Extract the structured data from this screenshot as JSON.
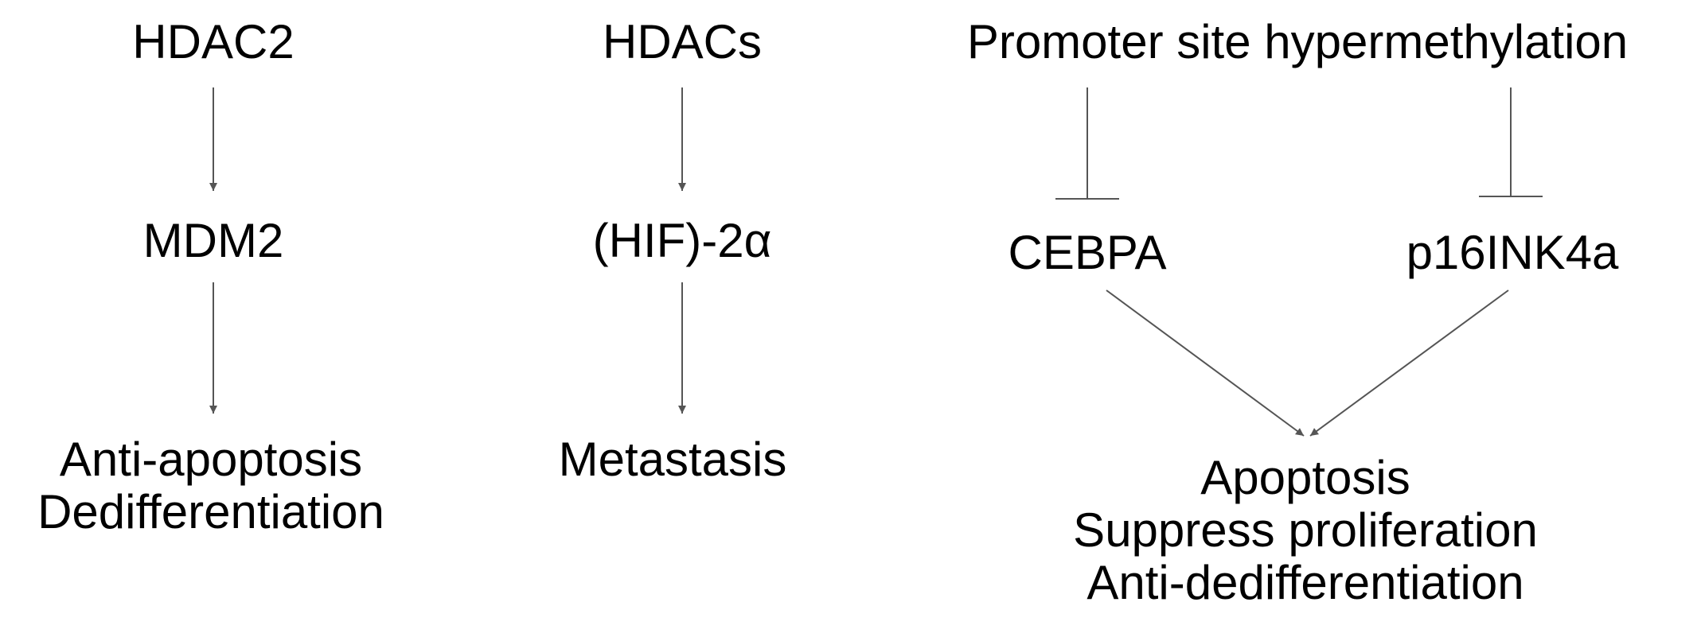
{
  "diagram": {
    "column1": {
      "top": "HDAC2",
      "middle": "MDM2",
      "bottom": [
        "Anti-apoptosis",
        "Dedifferentiation"
      ]
    },
    "column2": {
      "top": "HDACs",
      "middle": "(HIF)-2α",
      "bottom": "Metastasis"
    },
    "column3": {
      "top": "Promoter site hypermethylation",
      "left": "CEBPA",
      "right": "p16INK4a",
      "bottom": [
        "Apoptosis",
        "Suppress proliferation",
        "Anti-dedifferentiation"
      ]
    }
  },
  "edges": [
    {
      "from": "HDAC2",
      "to": "MDM2",
      "type": "activation"
    },
    {
      "from": "MDM2",
      "to": "Anti-apoptosis / Dedifferentiation",
      "type": "activation"
    },
    {
      "from": "HDACs",
      "to": "(HIF)-2α",
      "type": "activation"
    },
    {
      "from": "(HIF)-2α",
      "to": "Metastasis",
      "type": "activation"
    },
    {
      "from": "Promoter site hypermethylation",
      "to": "CEBPA",
      "type": "inhibition"
    },
    {
      "from": "Promoter site hypermethylation",
      "to": "p16INK4a",
      "type": "inhibition"
    },
    {
      "from": "CEBPA",
      "to": "Apoptosis / Suppress proliferation / Anti-dedifferentiation",
      "type": "activation"
    },
    {
      "from": "p16INK4a",
      "to": "Apoptosis / Suppress proliferation / Anti-dedifferentiation",
      "type": "activation"
    }
  ],
  "colors": {
    "text": "#000000",
    "line": "#555555",
    "background": "#ffffff"
  }
}
